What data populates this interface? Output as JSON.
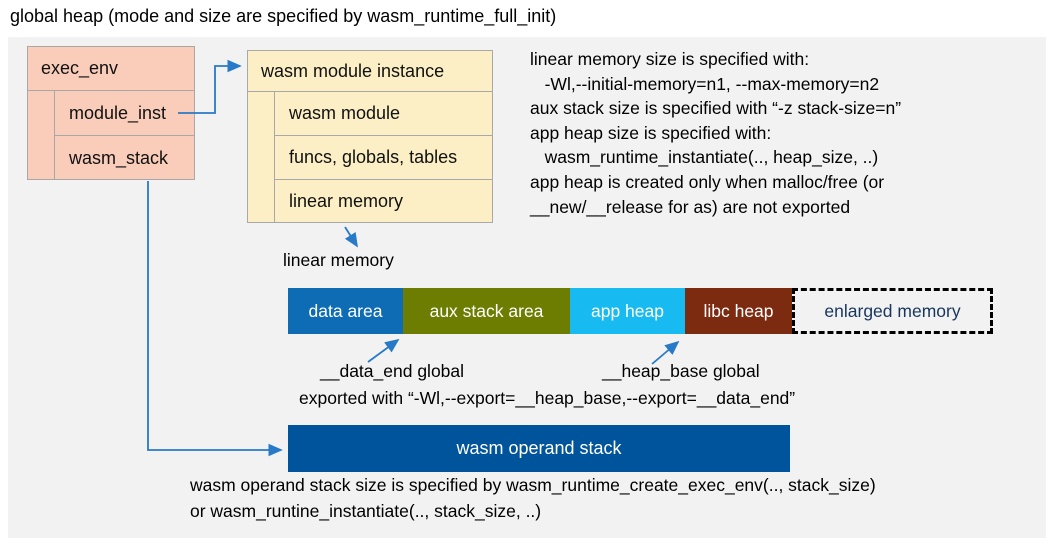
{
  "title": "global heap (mode and size are specified by wasm_runtime_full_init)",
  "exec_env_box": {
    "header": "exec_env",
    "rows": [
      "module_inst",
      "wasm_stack"
    ]
  },
  "module_instance_box": {
    "header": "wasm module instance",
    "rows": [
      "wasm module",
      "funcs, globals, tables",
      "linear memory"
    ]
  },
  "notes_right": "linear memory size is specified with:\n   -Wl,--initial-memory=n1, --max-memory=n2\naux stack size is specified with “-z stack-size=n”\napp heap size is specified with:\n   wasm_runtime_instantiate(.., heap_size, ..)\napp heap is created only when malloc/free (or\n__new/__release for as) are not exported",
  "linear_memory": {
    "label": "linear memory",
    "segments": [
      {
        "label": "data area",
        "color": "#0e6cb5"
      },
      {
        "label": "aux stack area",
        "color": "#6c7d01"
      },
      {
        "label": "app heap",
        "color": "#18baf2"
      },
      {
        "label": "libc heap",
        "color": "#7d2b10"
      },
      {
        "label": "enlarged memory",
        "color": "transparent"
      }
    ]
  },
  "annotations": {
    "data_end": "__data_end global",
    "heap_base": "__heap_base global",
    "exported": "exported with “-Wl,--export=__heap_base,--export=__data_end”"
  },
  "operand_stack": {
    "label": "wasm operand stack"
  },
  "notes_bottom": "wasm operand stack size is specified by wasm_runtime_create_exec_env(.., stack_size)\nor wasm_runtine_instantiate(.., stack_size, ..)",
  "colors": {
    "panel_bg": "#f2f2f2",
    "box_salmon": "#facdbb",
    "box_cream": "#fcefc5",
    "box_border": "#a8a8a8",
    "data_area": "#0e6cb5",
    "aux_stack": "#6c7d01",
    "app_heap": "#18baf2",
    "libc_heap": "#7d2b10",
    "operand_stack": "#00549c",
    "arrow": "#2879c8",
    "enlarged_text": "#17365d"
  }
}
